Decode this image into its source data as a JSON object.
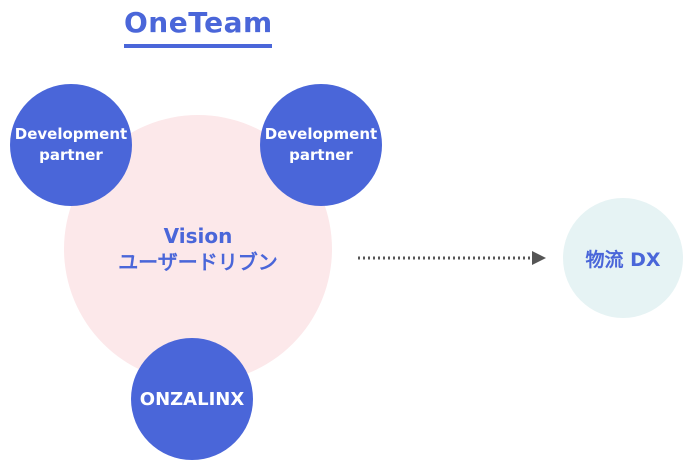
{
  "title": "OneTeam",
  "center": {
    "line1": "Vision",
    "line2": "ユーザードリブン"
  },
  "partner_left": {
    "line1": "Development",
    "line2": "partner"
  },
  "partner_right": {
    "line1": "Development",
    "line2": "partner"
  },
  "bottom": {
    "label": "ONZALINX"
  },
  "target": {
    "label": "物流 DX"
  },
  "colors": {
    "primary_blue": "#4a66d9",
    "vision_pink": "#fce8ea",
    "target_teal": "#e6f3f4",
    "arrow_gray": "#555555"
  }
}
